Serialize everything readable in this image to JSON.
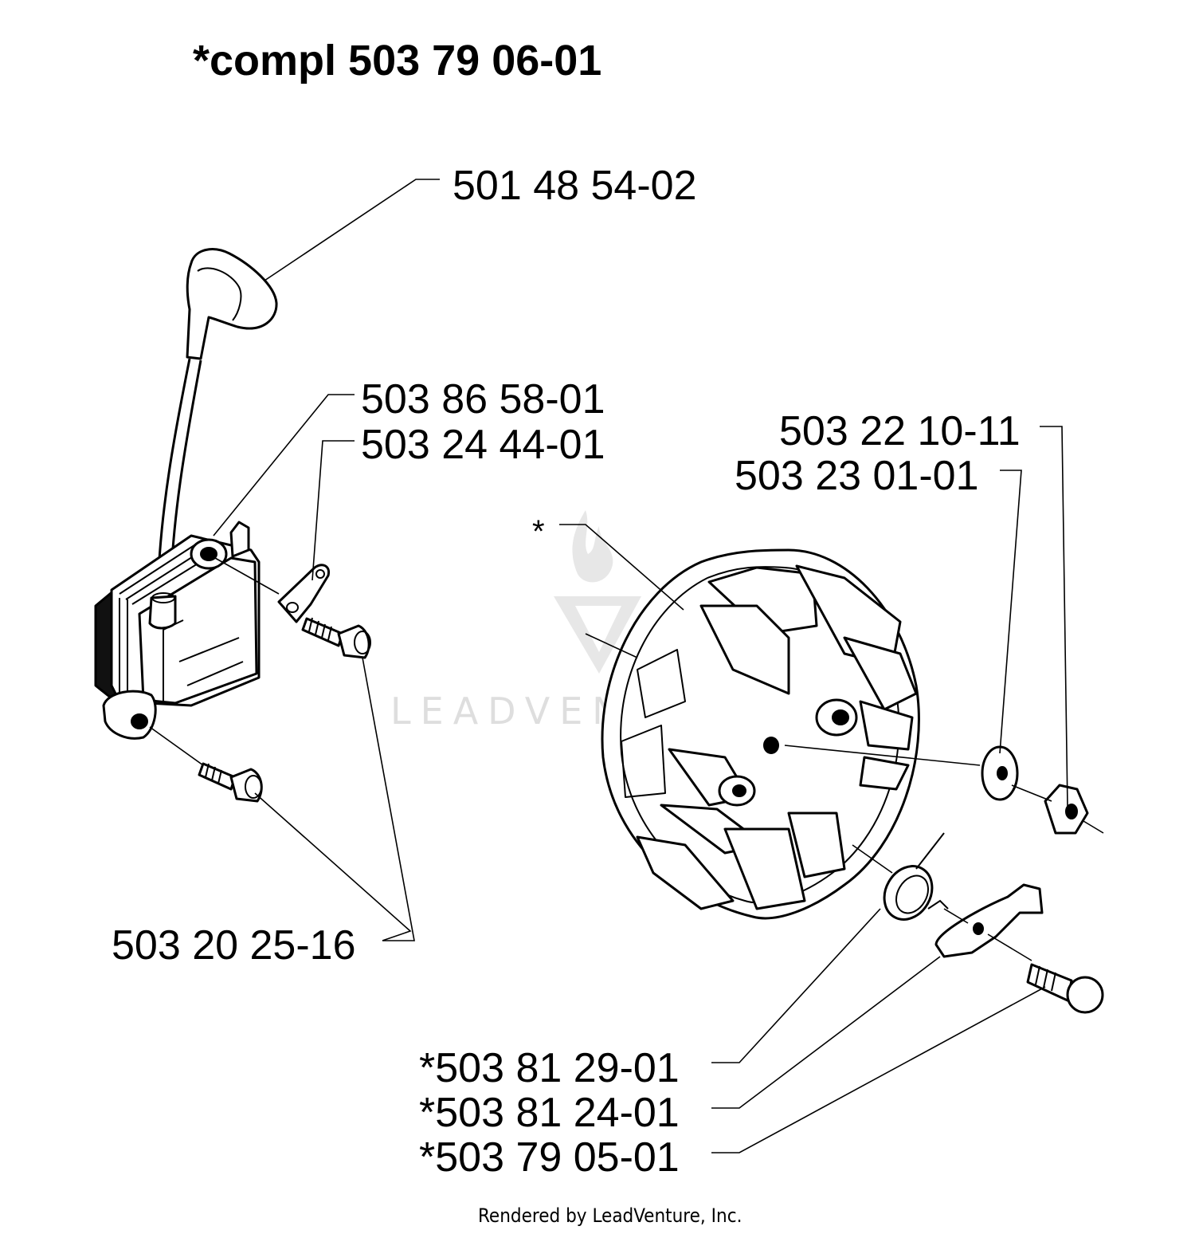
{
  "title": "*compl 503 79 06-01",
  "parts": {
    "spark_plug_cap": "501 48 54-02",
    "ignition_module": "503 86 58-01",
    "short_circuit_cable": "503 24 44-01",
    "screws": "503 20 25-16",
    "flywheel_marker": "*",
    "nut": "503 22 10-11",
    "washer": "503 23 01-01",
    "spring": "*503 81 29-01",
    "pawl": "*503 81 24-01",
    "pawl_bolt": "*503 79 05-01"
  },
  "watermark": "LEADVENTURE",
  "footer": "Rendered by LeadVenture, Inc."
}
